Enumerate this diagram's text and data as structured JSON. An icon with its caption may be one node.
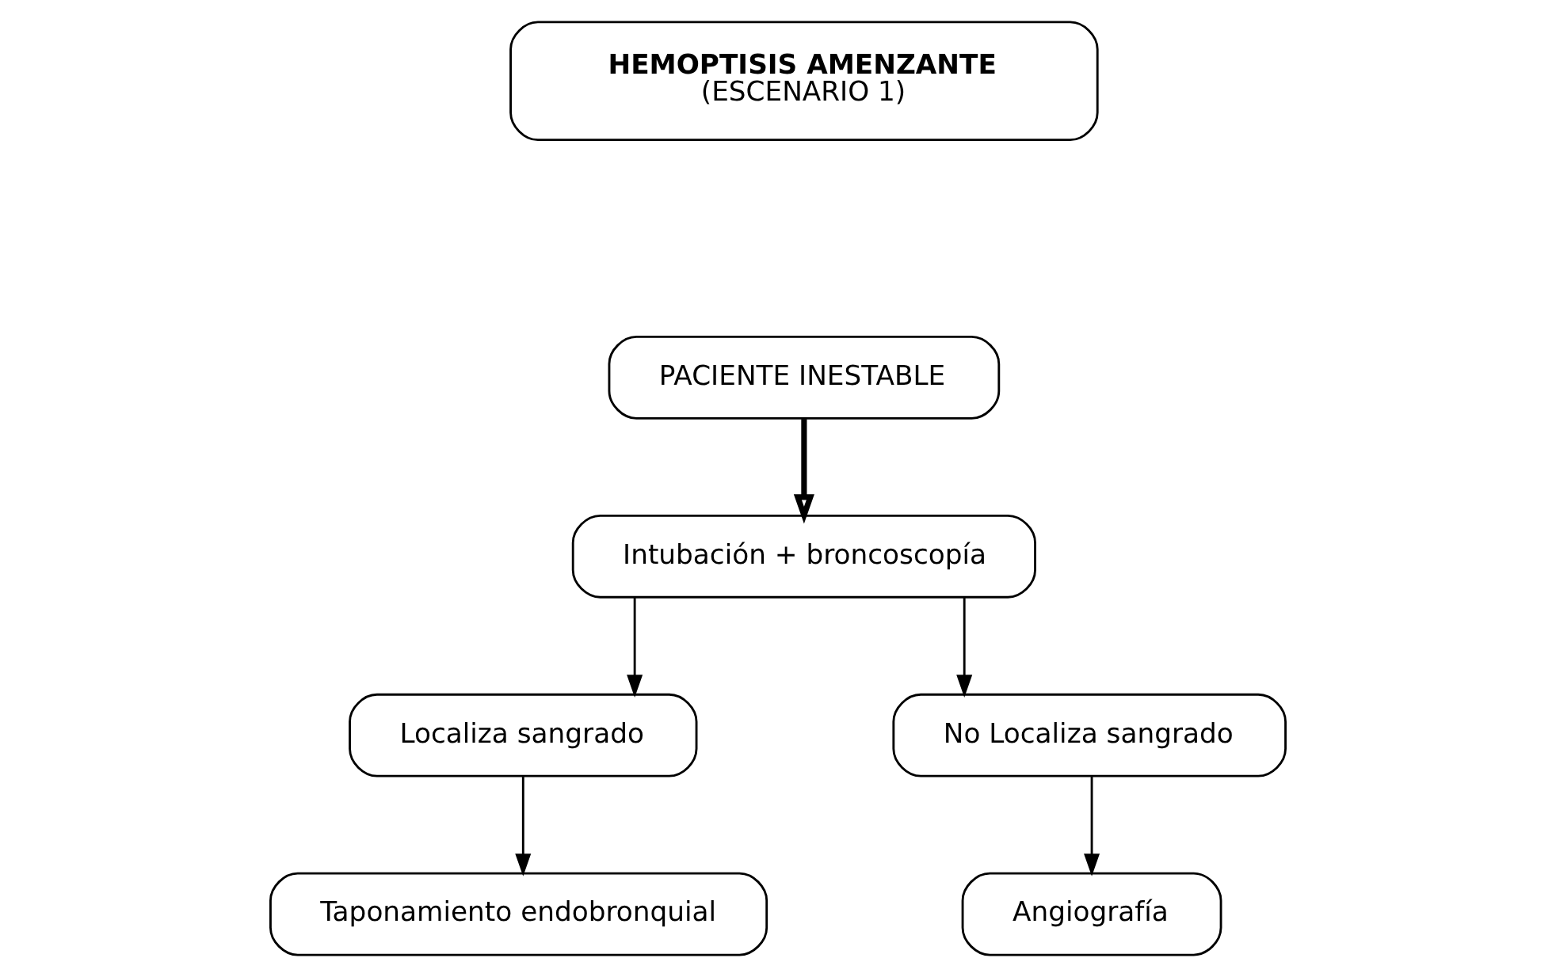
{
  "diagram": {
    "nodes": [
      {
        "text": [
          "HEMOPTISIS AMENZANTE",
          "(ESCENARIO 1)"
        ]
      },
      {
        "text": [
          "PACIENTE INESTABLE"
        ]
      },
      {
        "text": [
          "Intubación + broncoscopía"
        ]
      },
      {
        "text": [
          "Localiza sangrado"
        ]
      },
      {
        "text": [
          "No Localiza sangrado"
        ]
      },
      {
        "text": [
          "Taponamiento endobronquial"
        ]
      },
      {
        "text": [
          "Angiografía"
        ]
      }
    ],
    "edges": [
      {
        "from": 1,
        "to": 2,
        "arrow": "to",
        "style": "thick"
      },
      {
        "from": 2,
        "to": 3,
        "arrow": "to"
      },
      {
        "from": 2,
        "to": 4,
        "arrow": "to"
      },
      {
        "from": 3,
        "to": 5,
        "arrow": "to"
      },
      {
        "from": 4,
        "to": 6,
        "arrow": "to"
      }
    ]
  }
}
